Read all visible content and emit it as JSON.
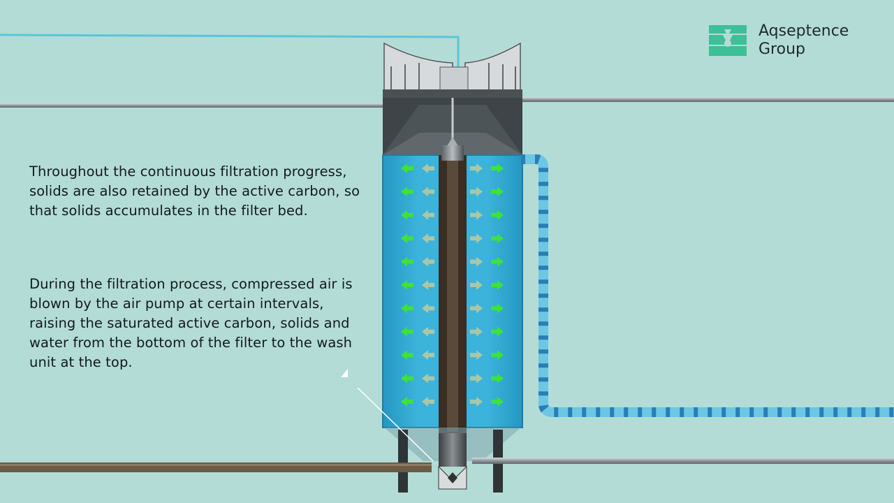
{
  "brand": {
    "name_line1": "Aqseptence",
    "name_line2": "Group",
    "accent": "#3dbf98"
  },
  "captions": [
    "Throughout the continuous filtration progress, solids are also retained by the active carbon, so that solids accumulates in the filter bed.",
    "During the filtration process, compressed air is blown by the air pump at certain intervals, raising the saturated active carbon, solids and water from the bottom of the filter to the wash unit at the top."
  ],
  "colors": {
    "background": "#b3dcd6",
    "water": "#2aa6cc",
    "arrow_inner": "#a9c7a7",
    "arrow_outer": "#3fe236",
    "pipe_blue": "#5cc0e0",
    "pipe_stripe": "#2a7ab8"
  }
}
